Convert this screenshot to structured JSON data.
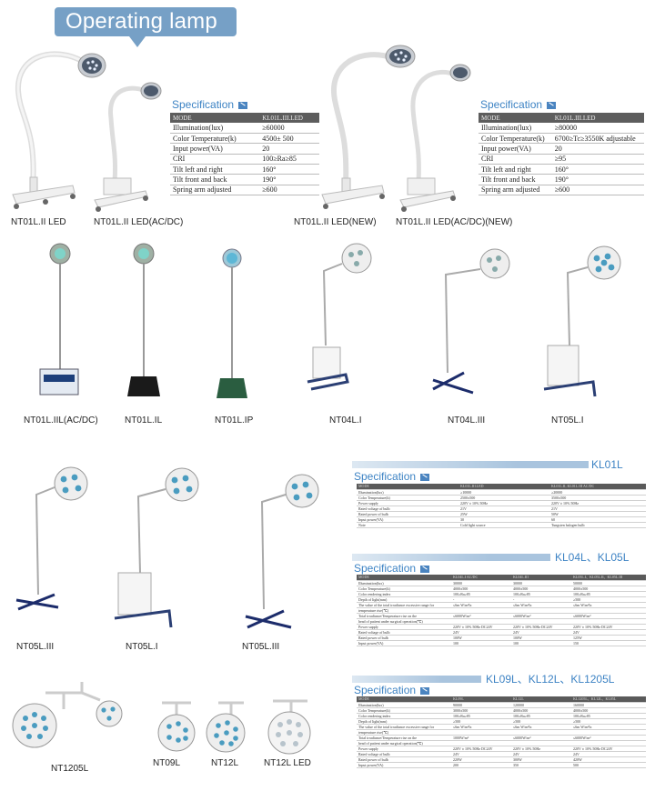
{
  "banner": {
    "title": "Operating lamp"
  },
  "row1": {
    "captions": [
      "NT01L.II LED",
      "NT01L.II LED(AC/DC)",
      "NT01L.II LED(NEW)",
      "NT01L.II LED(AC/DC)(NEW)"
    ],
    "spec_left": {
      "heading": "Specification",
      "header": [
        "MODE",
        "KL01L.III.LED"
      ],
      "rows": [
        [
          "Illumination(lux)",
          "≥60000"
        ],
        [
          "Color Temperature(k)",
          "4500± 500"
        ],
        [
          "Input power(VA)",
          "20"
        ],
        [
          "CRI",
          "100≥Ra≥85"
        ],
        [
          "Tilt left and right",
          "160°"
        ],
        [
          "Tilt front and back",
          "190°"
        ],
        [
          "Spring arm adjusted",
          "≥600"
        ]
      ]
    },
    "spec_right": {
      "heading": "Specification",
      "header": [
        "MODE",
        "KL01L.III.LED"
      ],
      "rows": [
        [
          "Illumination(lux)",
          "≥80000"
        ],
        [
          "Color Temperature(k)",
          "6700≥Tc≥3550K adjustable"
        ],
        [
          "Input power(VA)",
          "20"
        ],
        [
          "CRI",
          "≥95"
        ],
        [
          "Tilt left and right",
          "160°"
        ],
        [
          "Tilt front and back",
          "190°"
        ],
        [
          "Spring arm adjusted",
          "≥600"
        ]
      ]
    }
  },
  "row2": {
    "captions": [
      "NT01L.IIL(AC/DC)",
      "NT01L.IL",
      "NT01L.IP",
      "NT04L.I",
      "NT04L.III",
      "NT05L.I"
    ]
  },
  "row3": {
    "captions": [
      "NT05L.III",
      "NT05L.I",
      "NT05L.III"
    ]
  },
  "row4": {
    "captions": [
      "NT1205L",
      "NT09L",
      "NT12L",
      "NT12L LED"
    ]
  },
  "tables": {
    "kl01": {
      "title": "KL01L",
      "heading": "Specification",
      "header": [
        "MODE",
        "KL01L.III.LED",
        "KL01L.II, KL01L.III AC/DC"
      ],
      "rows": [
        [
          "Illumination(lux)",
          "≥10000",
          "≥20000"
        ],
        [
          "Color Temperature(k)",
          "2500±500",
          "3500±500"
        ],
        [
          "Power supply",
          "220V ± 10% 50Hz",
          "220V ± 10% 50Hz"
        ],
        [
          "Rated voltage of bulb",
          "21V",
          "21V"
        ],
        [
          "Rated power of bulb",
          "25W",
          "50W"
        ],
        [
          "Input power(VA)",
          "30",
          "60"
        ],
        [
          "Note",
          "Cold light source",
          "Tungsten halogen bulb"
        ]
      ]
    },
    "kl04": {
      "title": "KL04L、KL05L",
      "heading": "Specification",
      "header": [
        "MODE",
        "KL04L.I AC/DC",
        "KL04L.III",
        "KL05L.I、KL05L.II、KL05L.III"
      ],
      "rows": [
        [
          "Illumination(lux)",
          "30000",
          "30000",
          "50000"
        ],
        [
          "Color Temperature(k)",
          "4000±500",
          "4000±500",
          "4000±500"
        ],
        [
          "Color rendering index",
          "100≥Ra≥85",
          "100≥Ra≥85",
          "100≥Ra≥85"
        ],
        [
          "Depth of light(mm)",
          "-",
          "-",
          "≥500"
        ],
        [
          "The value of the total irradiance excessive range for",
          "≤6m W/m²lx",
          "≤6m W/m²lx",
          "≤6m W/m²lx"
        ],
        [
          "temperature rise(℃)",
          "",
          "",
          ""
        ],
        [
          "Total irradiance/Temperature rise on the",
          "≤6000W/m²",
          "≤6000W/m²",
          "≤6000W/m²"
        ],
        [
          "head of patient under surgical operation(℃)",
          "",
          "",
          ""
        ],
        [
          "Power supply",
          "220V ± 10% 50Hz DC24V",
          "220V ± 10% 50Hz DC24V",
          "220V ± 10% 50Hz DC24V"
        ],
        [
          "Rated voltage of bulb",
          "24V",
          "24V",
          "24V"
        ],
        [
          "Rated power of bulb",
          "100W",
          "100W",
          "125W"
        ],
        [
          "Input power(VA)",
          "100",
          "100",
          "150"
        ]
      ]
    },
    "kl09": {
      "title": "KL09L、KL12L、KL1205L",
      "heading": "Specification",
      "header": [
        "MODE",
        "KL09L",
        "KL12L",
        "KL1205L、KL12L、KL05L"
      ],
      "rows": [
        [
          "Illumination(lux)",
          "90000",
          "120000",
          "160000"
        ],
        [
          "Color Temperature(k)",
          "3000±500",
          "4000±500",
          "4000±500"
        ],
        [
          "Color rendering index",
          "100≥Ra≥85",
          "100≥Ra≥85",
          "100≥Ra≥85"
        ],
        [
          "Depth of light(mm)",
          "≥500",
          "≥500",
          "≥500"
        ],
        [
          "The value of the total irradiance excessive range for",
          "≤6m W/m²lx",
          "≤6m W/m²lx",
          "≤6m W/m²lx"
        ],
        [
          "temperature rise(℃)",
          "",
          "",
          ""
        ],
        [
          "Total irradiance/Temperature rise on the",
          "1000W/m²",
          "≤6000W/m²",
          "≤6000W/m²"
        ],
        [
          "head of patient under surgical operation(℃)",
          "",
          "",
          ""
        ],
        [
          "Power supply",
          "220V ± 10% 50Hz DC24V",
          "220V ± 10% 50Hz",
          "220V ± 10% 50Hz DC24V"
        ],
        [
          "Rated voltage of bulb",
          "24V",
          "24V",
          "24V"
        ],
        [
          "Rated power of bulb",
          "220W",
          "300W",
          "420W"
        ],
        [
          "Input power(VA)",
          "200",
          "350",
          "500"
        ]
      ]
    }
  }
}
